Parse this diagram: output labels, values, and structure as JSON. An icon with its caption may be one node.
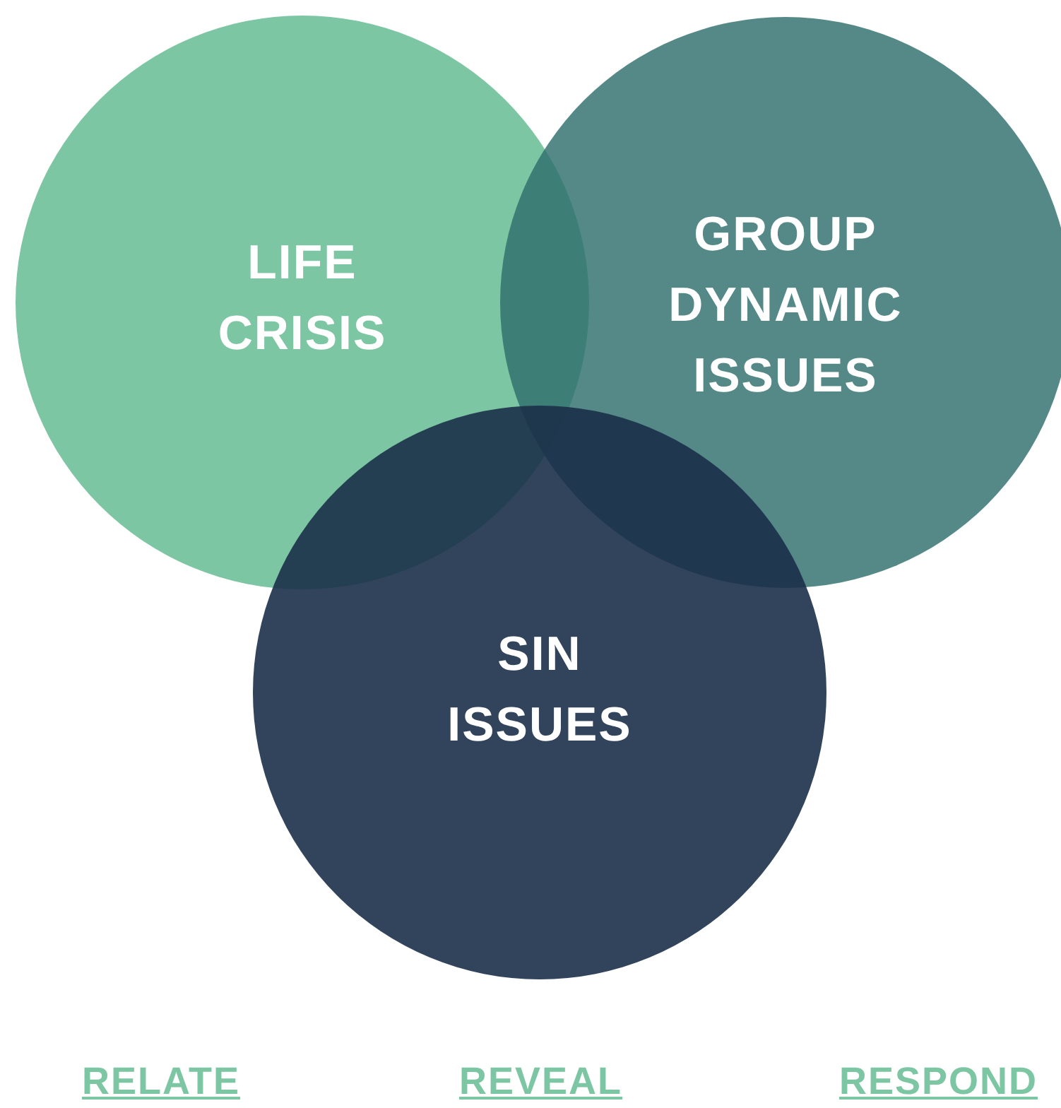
{
  "diagram": {
    "nodes": [
      {
        "text": [
          "LIFE CRISIS"
        ]
      },
      {
        "text": [
          "GROUP DYNAMIC ISSUES"
        ]
      },
      {
        "text": [
          "SIN ISSUES"
        ]
      }
    ],
    "labels": [
      "RELATE",
      "REVEAL",
      "RESPOND"
    ]
  }
}
